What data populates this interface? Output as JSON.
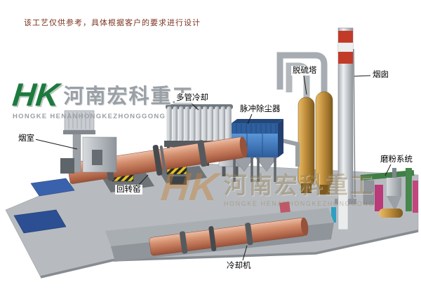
{
  "disclaimer": "该工艺仅供参考，具体根据客户的要求进行设计",
  "logo": {
    "mark": "HK",
    "name_cn": "河南宏科重工",
    "name_en": "HONGKE HENANHONGKEZHONGGONG"
  },
  "watermark": {
    "mark": "HK",
    "text_cn": "河南宏科重工",
    "text_en": "HONGKE HENANHONGKEZHONGGONG"
  },
  "equipment_labels": {
    "smoke_chamber": "烟室",
    "multi_tube_cooler": "多管冷却",
    "pulse_dust_collector": "脉冲除尘器",
    "desulfurization_tower": "脱硫塔",
    "chimney": "烟囱",
    "grinding_system": "磨粉系统",
    "rotary_kiln": "回转窑",
    "cooling_machine": "冷却机"
  },
  "colors": {
    "kiln_pink": "#d4906f",
    "collector_blue": "#2e5f9e",
    "tower_tan": "#c79440",
    "chimney_red": "#c23b28",
    "platform_gray": "#b7bbbf",
    "logo_green": "#1d7a3e",
    "watermark_gold": "#c77f2e",
    "disclaimer_red": "#7d3420"
  }
}
